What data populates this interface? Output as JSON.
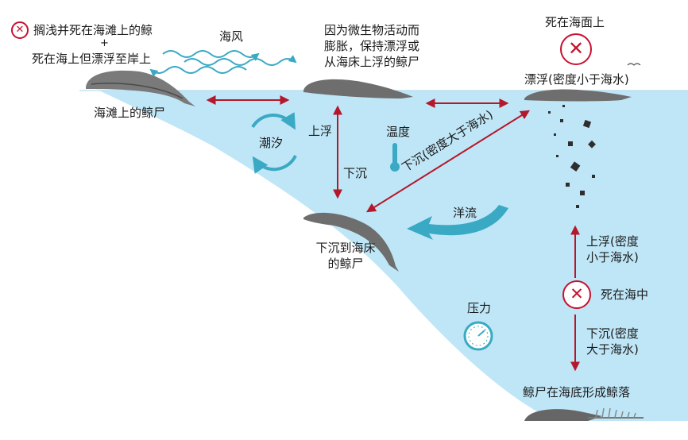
{
  "legend": {
    "line1": "搁浅并死在海滩上的鲸",
    "plus": "+",
    "line2": "死在海上但漂浮至岸上"
  },
  "labels": {
    "wind": "海风",
    "microbes": [
      "因为微生物活动而",
      "膨胀，保持漂浮或",
      "从海床上浮的鲸尸"
    ],
    "beach_carcass": "海滩上的鲸尸",
    "die_at_surface": "死在海面上",
    "floating": "漂浮(密度小于海水)",
    "tide": "潮汐",
    "rise": "上浮",
    "temperature": "温度",
    "sink": "下沉",
    "diagonal": "下沉(密度大于海水)",
    "current": "洋流",
    "sunk_to_floor": [
      "下沉到海床",
      "的鲸尸"
    ],
    "rise_right": [
      "上浮(密度",
      "小于海水)"
    ],
    "die_in_sea": "死在海中",
    "sink_right": [
      "下沉(密度",
      "大于海水)"
    ],
    "pressure": "压力",
    "whale_fall": "鲸尸在海底形成鲸落"
  },
  "colors": {
    "sea": "#bfe6f7",
    "accent_teal": "#3aa9c4",
    "arrow_red": "#b5182b",
    "x_red": "#c8102e"
  }
}
